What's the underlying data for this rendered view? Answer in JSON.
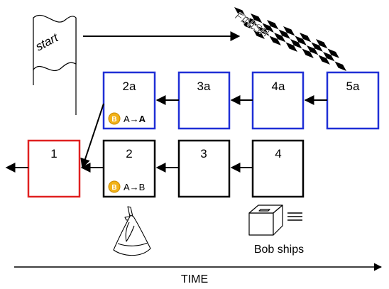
{
  "start_flag": {
    "text": "start"
  },
  "finish_flag": {
    "text": "FINISH"
  },
  "blocks": {
    "1": {
      "label": "1",
      "border_color": "#e02020"
    },
    "2": {
      "label": "2",
      "tx_from": "A",
      "tx_to": "B"
    },
    "3": {
      "label": "3"
    },
    "4": {
      "label": "4"
    },
    "2a": {
      "label": "2a",
      "tx_from": "A",
      "tx_to": "A",
      "border_color": "#1f2fd6"
    },
    "3a": {
      "label": "3a"
    },
    "4a": {
      "label": "4a"
    },
    "5a": {
      "label": "5a"
    }
  },
  "coin": {
    "symbol": "B",
    "color": "#f2b218"
  },
  "tx_arrow": "→",
  "bob_ships": {
    "text": "Bob ships"
  },
  "time_axis": {
    "label": "TIME"
  },
  "colors": {
    "chain_main": "#000000",
    "chain_fork": "#1f2fd6",
    "orphan_block": "#e02020",
    "finish_dark": "#000000"
  }
}
